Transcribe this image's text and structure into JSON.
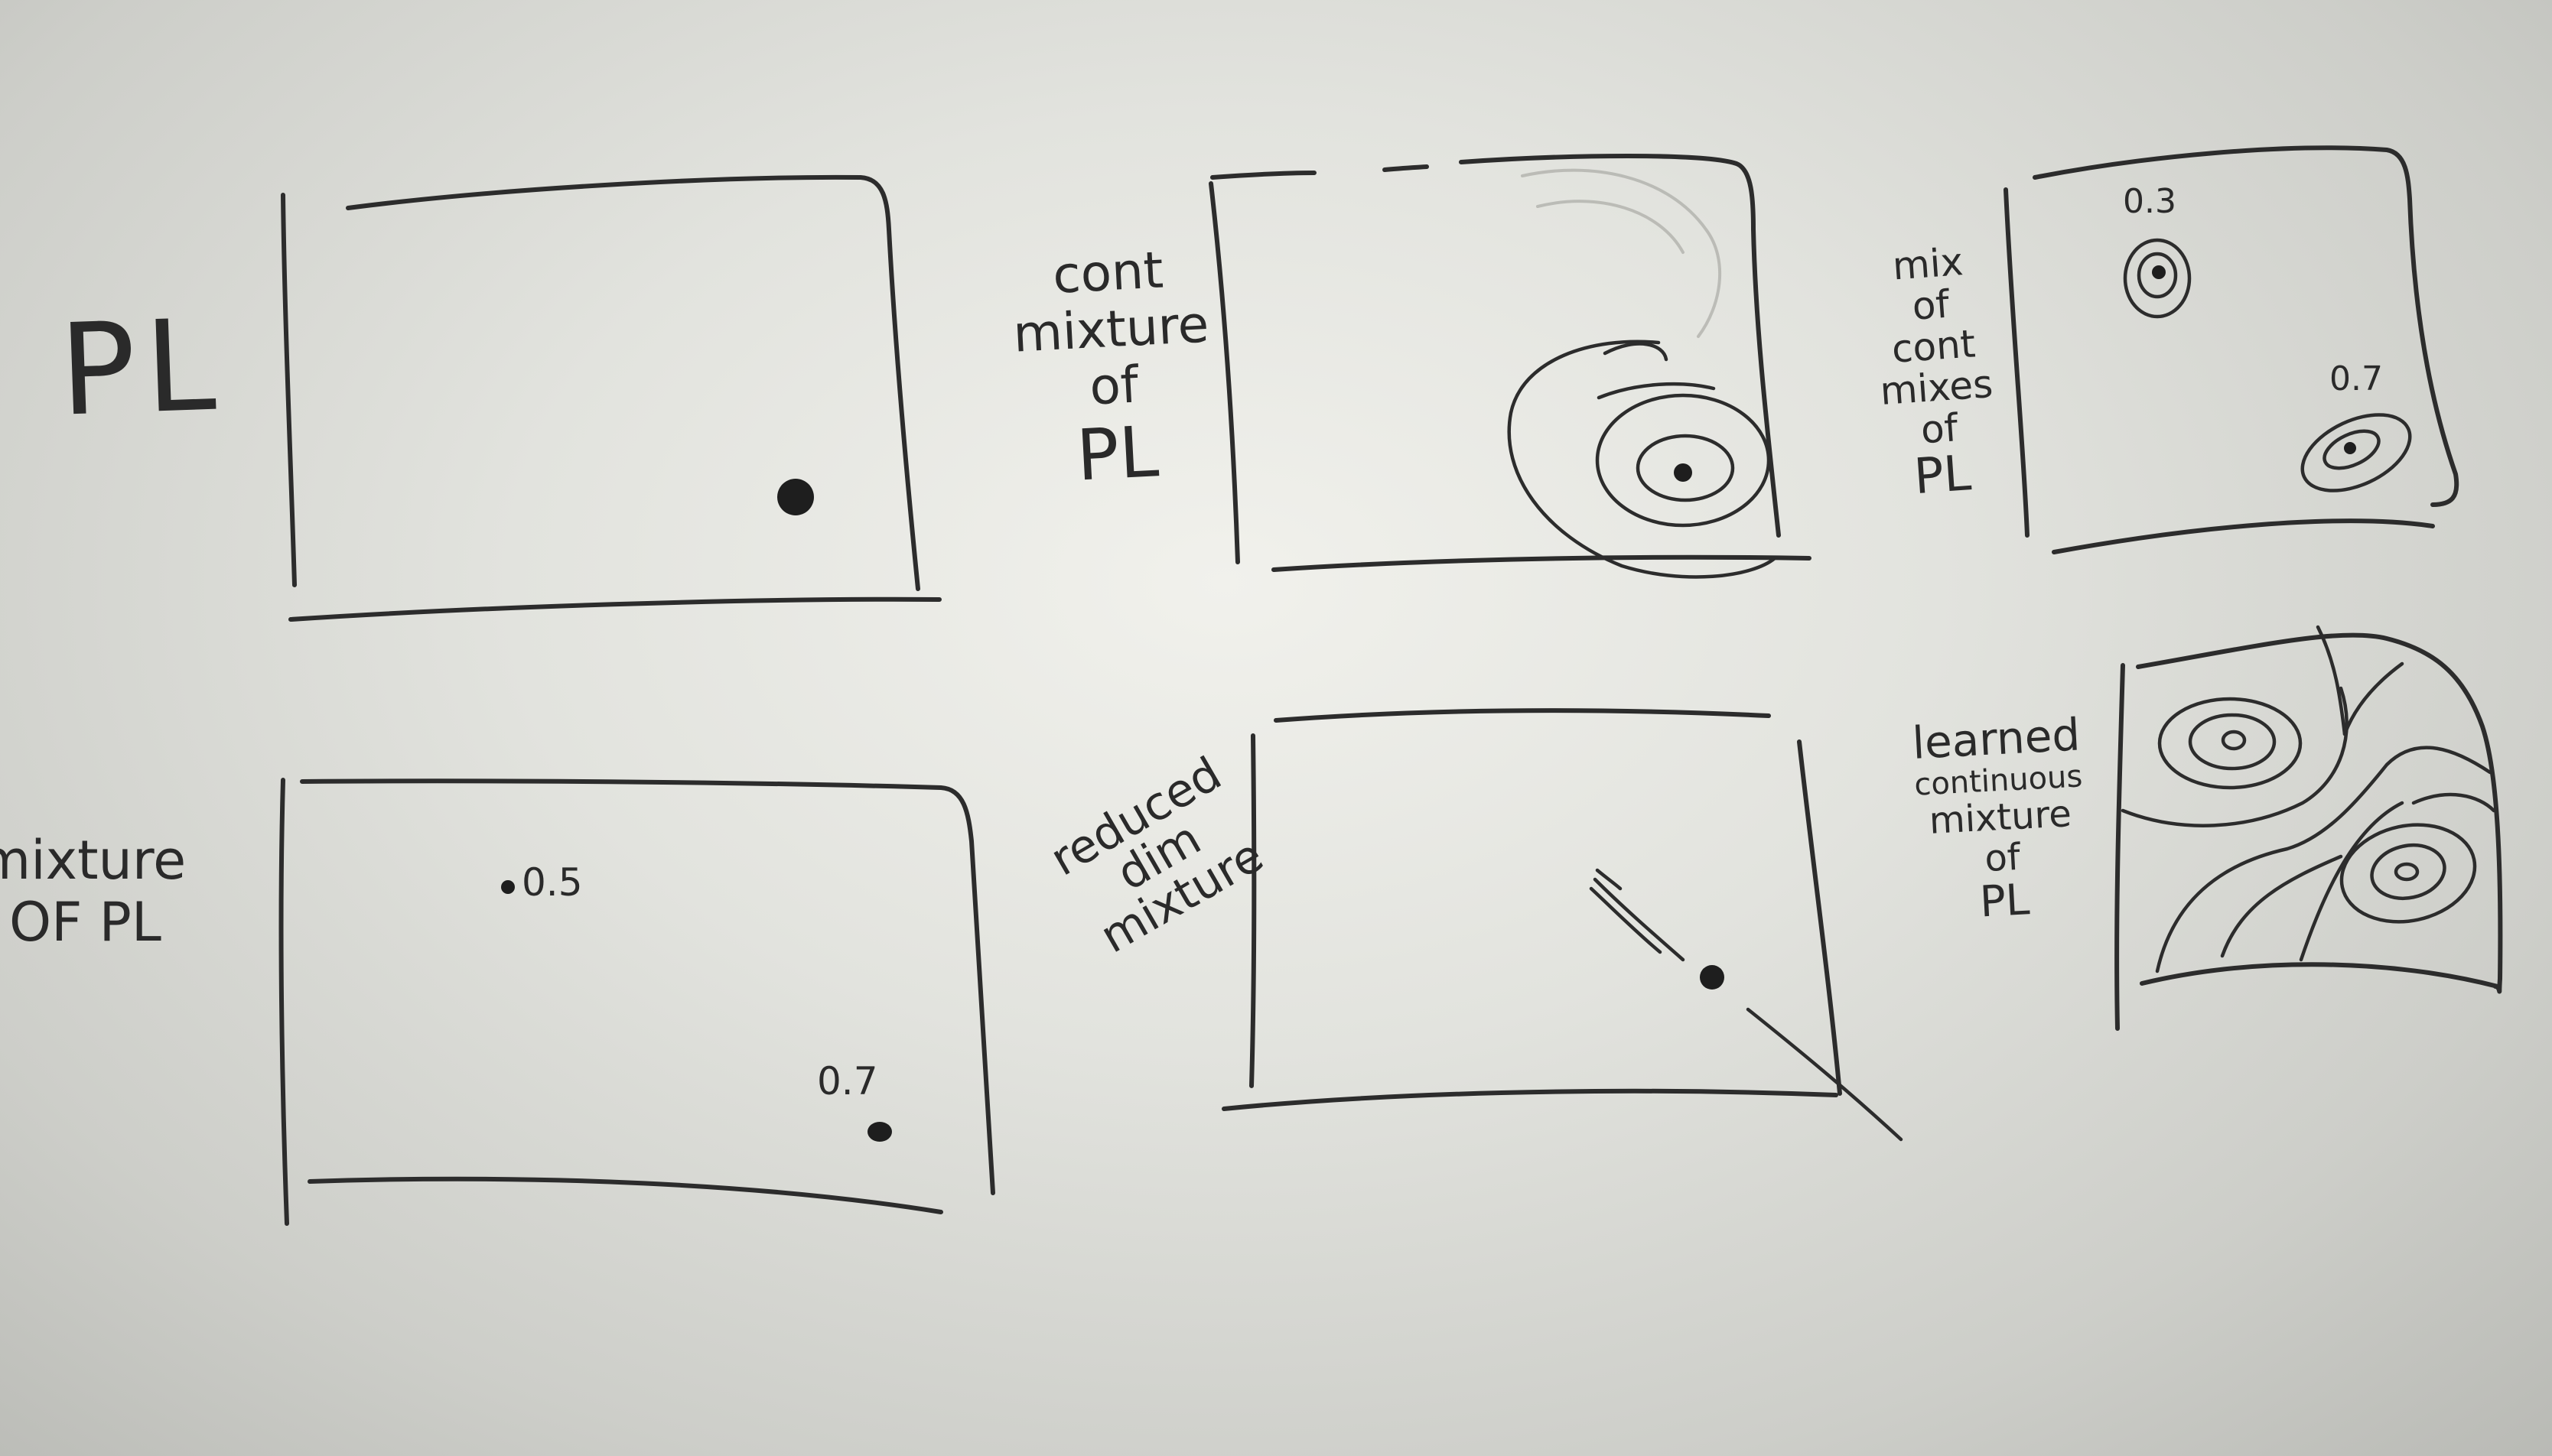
{
  "panels": {
    "pl": {
      "label": "PL"
    },
    "cont_mixture": {
      "label_lines": [
        "cont",
        "mixture",
        "of",
        "PL"
      ]
    },
    "mix_of_cont": {
      "label_lines": [
        "mix",
        "of",
        "cont",
        "mixes",
        "of",
        "PL"
      ],
      "weights": [
        "0.3",
        "0.7"
      ]
    },
    "mixture_pl": {
      "label_lines": [
        "mixture",
        "OF PL"
      ],
      "weights": [
        "0.5",
        "0.7"
      ]
    },
    "reduced_dim": {
      "label_lines": [
        "reduced",
        "dim",
        "mixture"
      ]
    },
    "learned": {
      "label_lines": [
        "learned",
        "continuous",
        "mixture",
        "of",
        "PL"
      ]
    }
  }
}
